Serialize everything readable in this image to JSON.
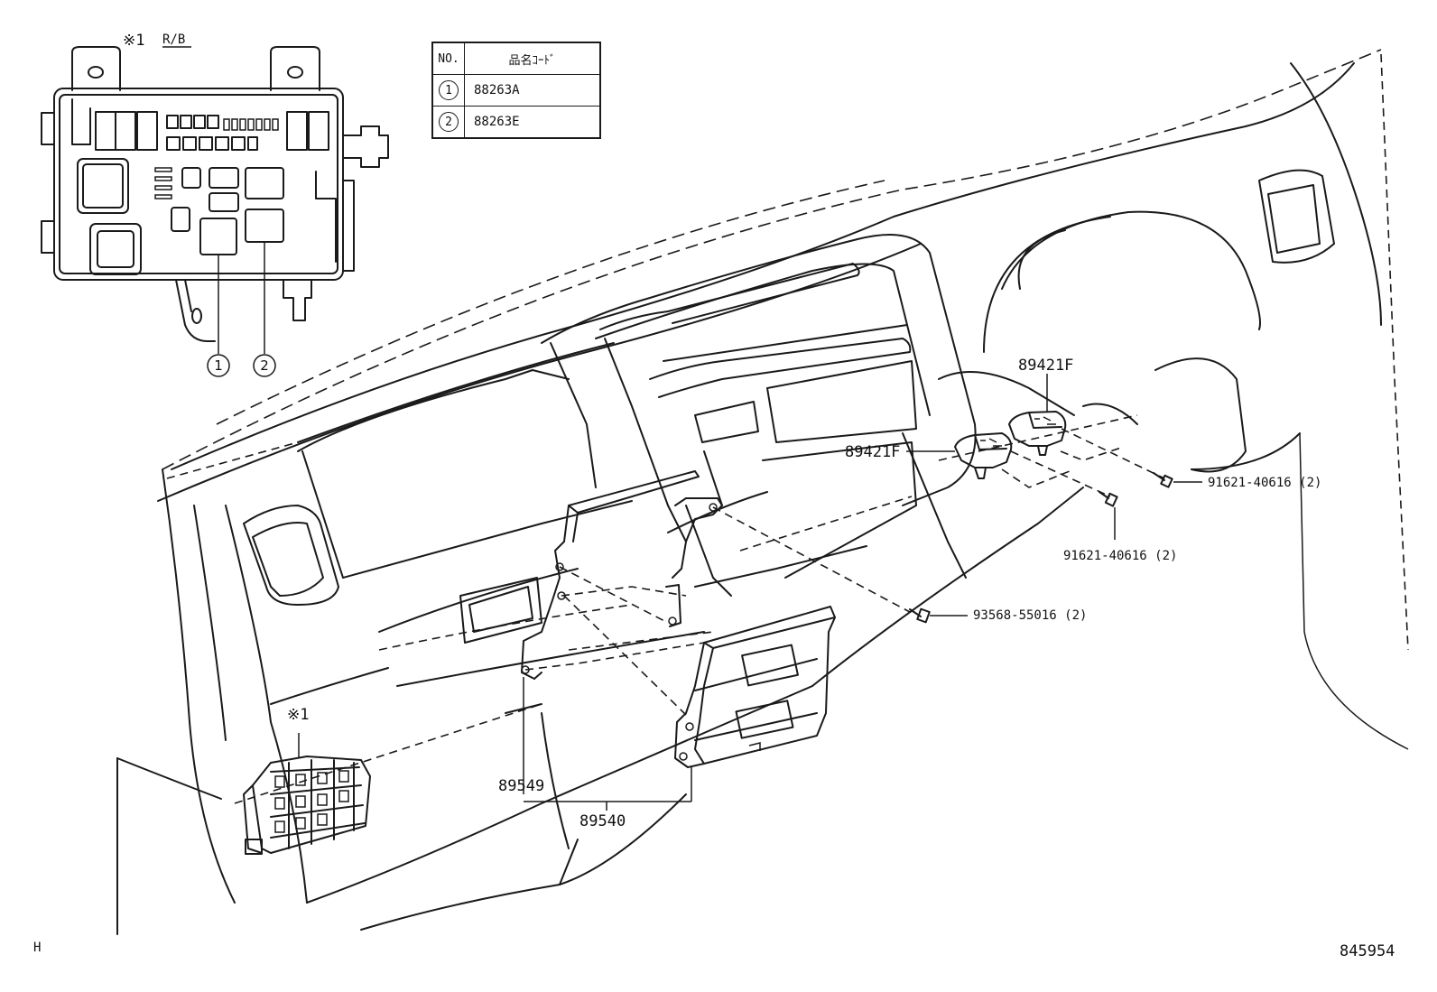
{
  "note_marker": "※1",
  "relay_block_label": "R/B",
  "table": {
    "header_no": "NO.",
    "header_code": "品名ｺｰﾄﾞ",
    "rows": [
      {
        "no": "1",
        "code": "88263A"
      },
      {
        "no": "2",
        "code": "88263E"
      }
    ]
  },
  "callouts": {
    "relay_1": "1",
    "relay_2": "2",
    "sensor_upper": "89421F",
    "sensor_lower": "89421F",
    "bolt_right": "91621-40616 (2)",
    "bolt_mid": "91621-40616 (2)",
    "screw": "93568-55016 (2)",
    "bracket": "89549",
    "ecu": "89540",
    "junction_marker": "※1"
  },
  "corner_left": "H",
  "figure_number": "845954"
}
